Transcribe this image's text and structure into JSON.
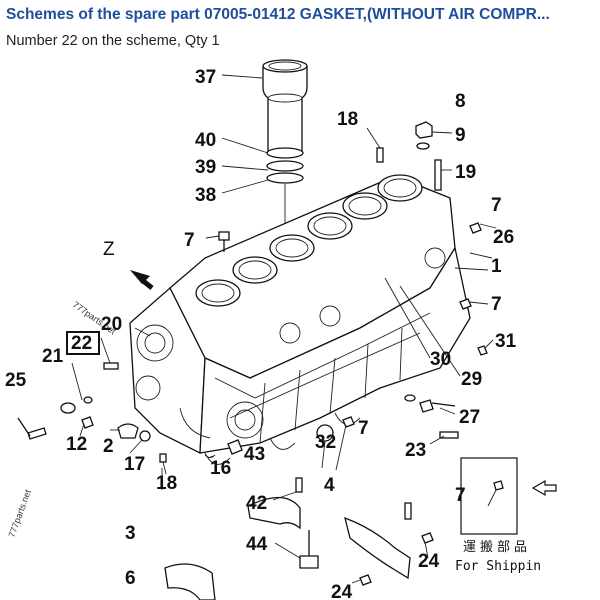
{
  "header": {
    "title": "Schemes of the spare part 07005-01412 GASKET,(WITHOUT AIR COMPR...",
    "subtitle": "Number 22 on the scheme, Qty 1"
  },
  "scheme": {
    "highlighted_number": "22",
    "callouts": [
      "37",
      "40",
      "39",
      "38",
      "18",
      "8",
      "9",
      "19",
      "7",
      "26",
      "1",
      "7",
      "31",
      "30",
      "29",
      "27",
      "23",
      "7",
      "32",
      "7",
      "16",
      "43",
      "4",
      "42",
      "44",
      "24",
      "24",
      "6",
      "3",
      "18",
      "17",
      "2",
      "12",
      "25",
      "21",
      "22",
      "20",
      "7"
    ],
    "z_label": "Z",
    "watermark_1": "777parts.net",
    "watermark_2": "777parts.net",
    "detail_label": "7",
    "footer_jp": "運搬部品",
    "footer_en": "For Shippin"
  }
}
